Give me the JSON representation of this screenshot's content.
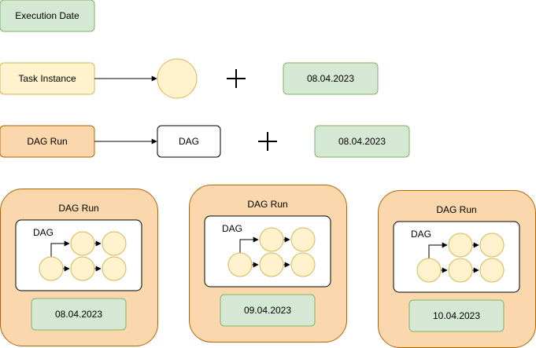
{
  "legend": {
    "execution_date_label": "Execution Date",
    "task_instance_label": "Task Instance",
    "task_instance_date": "08.04.2023",
    "dag_run_label": "DAG Run",
    "dag_label": "DAG",
    "dag_run_date": "08.04.2023"
  },
  "runs": [
    {
      "title": "DAG Run",
      "dag_label": "DAG",
      "date": "08.04.2023"
    },
    {
      "title": "DAG Run",
      "dag_label": "DAG",
      "date": "09.04.2023"
    },
    {
      "title": "DAG Run",
      "dag_label": "DAG",
      "date": "10.04.2023"
    }
  ],
  "colors": {
    "date_fill": "#d5e8d4",
    "date_stroke": "#82b366",
    "task_fill": "#fff2cc",
    "task_stroke": "#d6b656",
    "run_fill": "#fad7ac",
    "run_stroke": "#b46504"
  }
}
